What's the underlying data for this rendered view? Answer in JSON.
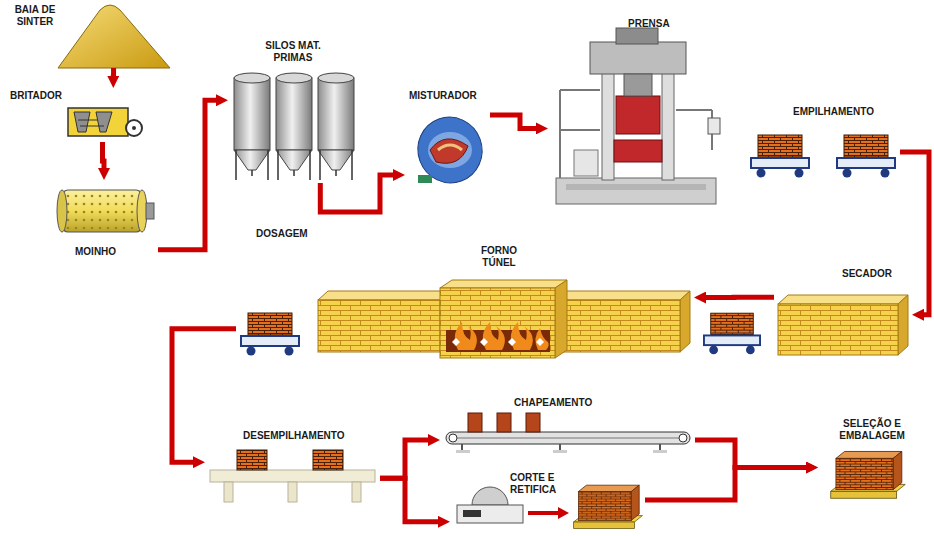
{
  "diagram": {
    "nodes": [
      {
        "text": [
          "BAIA DE SINTER"
        ]
      },
      {
        "text": [
          "BRITADOR"
        ]
      },
      {
        "text": [
          "MOINHO"
        ]
      },
      {
        "text": [
          "SILOS MAT. PRIMAS"
        ]
      },
      {
        "text": [
          "MISTURADOR"
        ]
      },
      {
        "text": [
          "PRENSA"
        ]
      },
      {
        "text": [
          "EMPILHAMENTO"
        ]
      },
      {
        "text": [
          "SECADOR"
        ]
      },
      {
        "text": [
          "FORNO TÚNEL"
        ]
      },
      {
        "text": [
          "DESEMPILHAMENTO"
        ]
      },
      {
        "text": [
          "CHAPEAMENTO"
        ]
      },
      {
        "text": [
          "CORTE E RETIFICA"
        ]
      },
      {
        "text": [
          "SELEÇÃO E EMBALAGEM"
        ]
      }
    ],
    "edges": [
      {
        "from": 0,
        "to": 1,
        "arrow": "to"
      },
      {
        "from": 1,
        "to": 2,
        "arrow": "to"
      },
      {
        "from": 2,
        "to": 3,
        "arrow": "to"
      },
      {
        "from": 3,
        "to": 4,
        "arrow": "to"
      },
      {
        "from": 4,
        "to": 5,
        "arrow": "to"
      },
      {
        "from": 6,
        "to": 7,
        "arrow": "to"
      },
      {
        "from": 7,
        "to": 8,
        "arrow": "to"
      },
      {
        "from": 8,
        "to": 9,
        "arrow": "to"
      },
      {
        "from": 9,
        "to": 10,
        "arrow": "to"
      },
      {
        "from": 9,
        "to": 11,
        "arrow": "to"
      },
      {
        "from": 10,
        "to": 12,
        "arrow": "to"
      },
      {
        "from": 11,
        "to": 12,
        "arrow": "to"
      }
    ],
    "labels": [
      "DOSAGEM"
    ]
  }
}
